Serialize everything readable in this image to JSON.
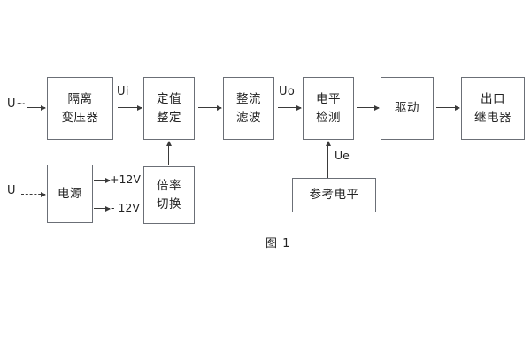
{
  "figure": {
    "caption": "图 1",
    "background_color": "#ffffff",
    "line_color": "#3a3a3a",
    "box_border_color": "#6b6f76",
    "text_color": "#232323"
  },
  "signal_chain": {
    "input_label": "U~",
    "blocks": [
      {
        "name": "isolation-transformer",
        "line1": "隔离",
        "line2": "变压器"
      },
      {
        "name": "setpoint-adjust",
        "line1": "定值",
        "line2": "整定"
      },
      {
        "name": "rectifier-filter",
        "line1": "整流",
        "line2": "滤波"
      },
      {
        "name": "level-detect",
        "line1": "电平",
        "line2": "检测"
      },
      {
        "name": "driver",
        "line1": "驱动",
        "line2": ""
      },
      {
        "name": "output-relay",
        "line1": "出口",
        "line2": "继电器"
      }
    ],
    "signal_labels": {
      "ui": "Ui",
      "uo": "Uo",
      "ue": "Ue"
    }
  },
  "power_section": {
    "input_label": "U",
    "supply_block": {
      "name": "power-supply",
      "label": "电源"
    },
    "rails": [
      {
        "name": "rail-positive-12v",
        "label": "+12V"
      },
      {
        "name": "rail-negative-12v",
        "label": "- 12V"
      }
    ]
  },
  "multiplier_section": {
    "block": {
      "name": "multiplier-switch",
      "line1": "倍率",
      "line2": "切换"
    }
  },
  "reference_section": {
    "block": {
      "name": "reference-level",
      "label": "参考电平"
    }
  }
}
